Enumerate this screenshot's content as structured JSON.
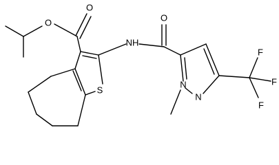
{
  "figure": {
    "type": "chemical-structure",
    "atoms": {
      "o_ester_ether": "O",
      "o_ester_carbonyl": "O",
      "o_amide": "O",
      "nh": "NH",
      "s": "S",
      "n_methyl": "N",
      "n_ring": "N",
      "f_top": "F",
      "f_right": "F",
      "f_bottom": "F"
    }
  }
}
